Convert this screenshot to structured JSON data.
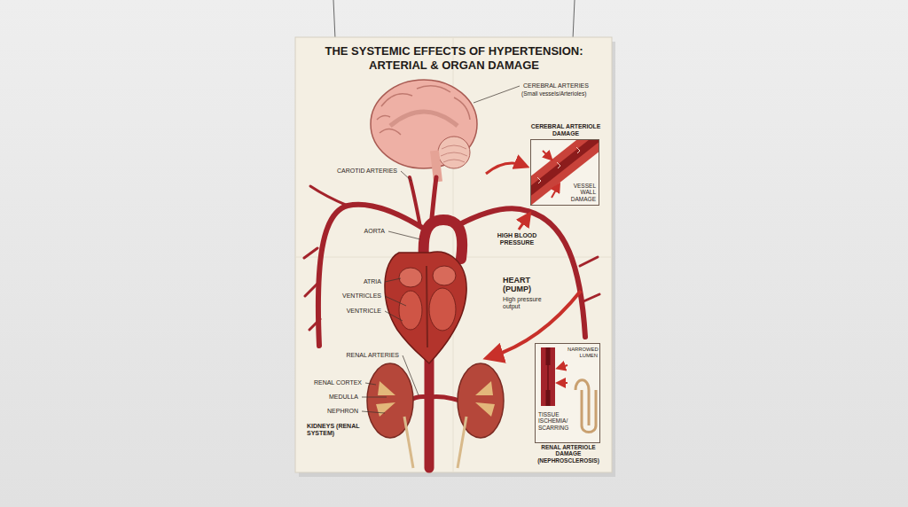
{
  "diagram": {
    "title": "THE SYSTEMIC EFFECTS OF HYPERTENSION: ARTERIAL & ORGAN DAMAGE",
    "nodes": [
      {
        "text": [
          "CEREBRAL ARTERIOLE DAMAGE",
          "VESSEL WALL DAMAGE"
        ]
      },
      {
        "text": [
          "NARROWED LUMEN",
          "TISSUE ISCHEMIA/ SCARRING",
          "RENAL ARTERIOLE DAMAGE (NEPHROSCLEROSIS)"
        ]
      }
    ],
    "labels": [
      "CEREBRAL ARTERIES",
      "(Small vessels/Arterioles)",
      "CAROTID ARTERIES",
      "AORTA",
      "HIGH BLOOD PRESSURE",
      "ATRIA",
      "VENTRICLES",
      "VENTRICLE",
      "HEART (PUMP)",
      "High pressure output",
      "RENAL ARTERIES",
      "RENAL CORTEX",
      "MEDULLA",
      "NEPHRON",
      "KIDNEYS (RENAL SYSTEM)"
    ]
  }
}
